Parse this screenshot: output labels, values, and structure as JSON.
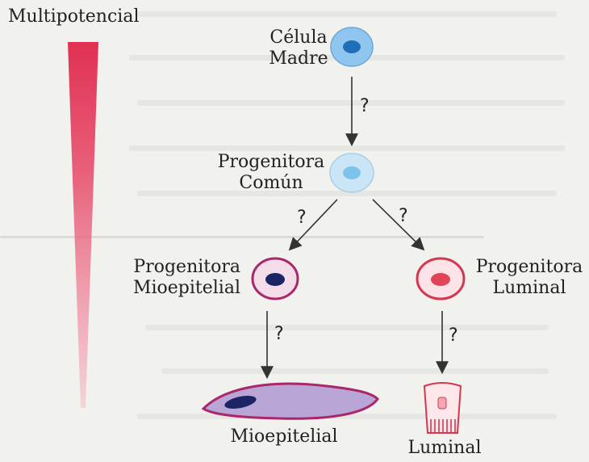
{
  "gradient_bar": {
    "label": "Multipotencial",
    "colors": {
      "top": "#e0264a",
      "bottom": "#f6c7d1"
    }
  },
  "nodes": {
    "stem": {
      "label_line1": "Célula",
      "label_line2": "Madre",
      "colors": {
        "outer": "#8fc6ef",
        "nucleus": "#1f6fb8"
      }
    },
    "common_progenitor": {
      "label_line1": "Progenitora",
      "label_line2": "Común",
      "colors": {
        "outer": "#c9e5f6",
        "nucleus": "#7cc2ea"
      }
    },
    "myoepithelial_progenitor": {
      "label_line1": "Progenitora",
      "label_line2": "Mioepitelial",
      "colors": {
        "outer": "#f4dde8",
        "ring": "#a8286b",
        "nucleus": "#1b2566"
      }
    },
    "luminal_progenitor": {
      "label_line1": "Progenitora",
      "label_line2": "Luminal",
      "colors": {
        "outer": "#fde3e8",
        "ring": "#d2384f",
        "nucleus": "#e24356"
      }
    },
    "myoepithelial": {
      "label": "Mioepitelial",
      "colors": {
        "body": "#b9a6d6",
        "edge": "#a8286b",
        "nucleus": "#1b2566"
      }
    },
    "luminal": {
      "label": "Luminal",
      "colors": {
        "body": "#fde7ea",
        "edge": "#d2384f",
        "nucleus": "#f3a6b3"
      }
    }
  },
  "arrows": {
    "question_mark": "?"
  }
}
